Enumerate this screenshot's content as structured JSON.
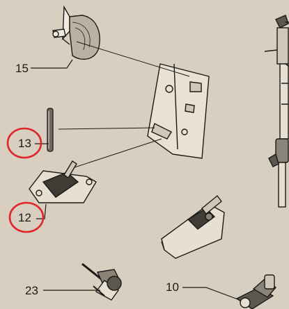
{
  "callouts": {
    "part_15": "15",
    "part_13": "13",
    "part_12": "12",
    "part_23": "23",
    "part_10": "10"
  },
  "highlighted_callouts": [
    "13",
    "12"
  ],
  "colors": {
    "paper": "#d8cfc0",
    "ink": "#1c1a17",
    "highlight_circle": "#e0262b"
  },
  "parts_depicted": [
    "felt-pad-holder-icon",
    "mounting-bracket-icon",
    "rod-pin-icon",
    "lever-switch-icon",
    "adjusting-screw-icon",
    "clamp-bracket-icon",
    "terminal-nut-icon",
    "vertical-shaft-assembly-icon"
  ]
}
